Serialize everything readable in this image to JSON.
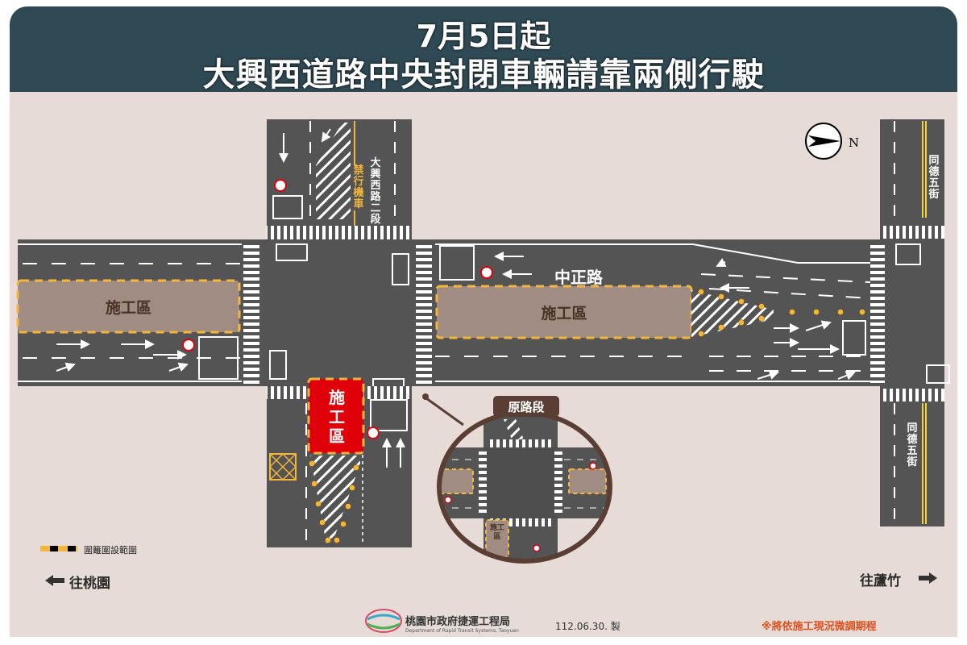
{
  "header": {
    "line1": "7月5日起",
    "line2": "大興西道路中央封閉車輛請靠兩側行駛"
  },
  "map": {
    "main_road_label": "中正路",
    "north_road_label": "大興西路二段",
    "north_road_note": "禁行機車",
    "east_road_label_top": "同德五街",
    "east_road_label_bottom": "同德五街",
    "compass_label": "N",
    "work_zone_west": "施工區",
    "work_zone_center": "施工區",
    "work_zone_south": "施工區",
    "inset_title": "原路段",
    "inset_work_zone_label": "施工區"
  },
  "legend": {
    "barrier_label": "圍籬圍設範圍"
  },
  "directions": {
    "west": "往桃園",
    "east": "往蘆竹"
  },
  "footer": {
    "org_name": "桃園市政府捷運工程局",
    "org_name_en": "Department of Rapid Transit Systems, Taoyuan",
    "date": "112.06.30. 製",
    "note": "※將依施工現況微調期程"
  },
  "colors": {
    "header_bg": "#2f4a54",
    "canvas_bg": "#e6dbd7",
    "road": "#545454",
    "work_zone": "#a08c82",
    "barrier_yellow": "#f3b53a",
    "work_zone_red": "#e0000a",
    "note_orange": "#e0501e"
  }
}
